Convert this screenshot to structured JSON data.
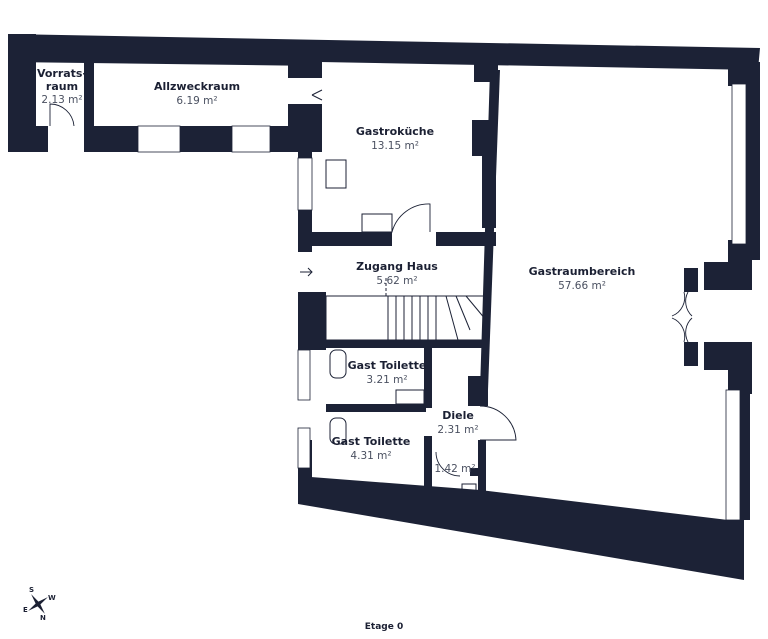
{
  "floor_label": "Etage 0",
  "compass": {
    "s": "S",
    "w": "W",
    "e": "E",
    "n": "N"
  },
  "rooms": {
    "vorratsraum": {
      "name_line1": "Vorrats-",
      "name_line2": "raum",
      "area": "2.13 m²"
    },
    "allzweckraum": {
      "name": "Allzweckraum",
      "area": "6.19 m²"
    },
    "gastrokueche": {
      "name": "Gastroküche",
      "area": "13.15 m²"
    },
    "zugang_haus": {
      "name": "Zugang Haus",
      "area": "5.62 m²"
    },
    "gastraumbereich": {
      "name": "Gastraumbereich",
      "area": "57.66 m²"
    },
    "gast_toilette_1": {
      "name": "Gast Toilette",
      "area": "3.21 m²"
    },
    "diele": {
      "name": "Diele",
      "area": "2.31 m²"
    },
    "gast_toilette_2": {
      "name": "Gast Toilette",
      "area": "4.31 m²"
    },
    "closet": {
      "area": "1.42 m²"
    }
  },
  "colors": {
    "wall": "#1c2236",
    "text": "#1b2033",
    "area_text": "#4a5060"
  }
}
